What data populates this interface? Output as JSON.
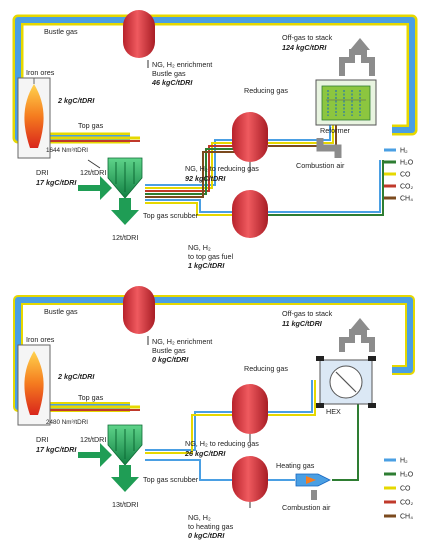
{
  "colors": {
    "h2": "#4a9fe3",
    "h2o": "#2e7d32",
    "co": "#e6d800",
    "co2": "#c0392b",
    "ch4": "#7b4a1e",
    "vessel": "#d9363e",
    "arrow_green": "#1f9d55",
    "arrow_gray": "#8c8c8c"
  },
  "top": {
    "bustle_gas": "Bustle gas",
    "ng_enrich_1": "NG, H₂ enrichment",
    "ng_enrich_2": "Bustle gas",
    "ng_enrich_val": "46 kgC/tDRI",
    "off_gas": "Off-gas to stack",
    "off_gas_val": "124 kgC/tDRI",
    "iron_ores": "Iron ores",
    "iron_val": "2 kgC/tDRI",
    "reducing_gas": "Reducing gas",
    "top_gas": "Top gas",
    "flow": "1644 Nm³/tDRI",
    "reformer": "Reformer",
    "dri": "DRI",
    "dri_val": "17 kgC/tDRI",
    "dri_in": "12t/tDRI",
    "ng_reducing": "NG, H₂ to reducing gas",
    "ng_reducing_val": "92 kgC/tDRI",
    "combustion_air": "Combustion air",
    "scrubber": "Top gas scrubber",
    "ng_fuel_1": "NG, H₂",
    "ng_fuel_2": "to top gas fuel",
    "ng_fuel_val": "1 kgC/tDRI",
    "dri_out": "12t/tDRI"
  },
  "bottom": {
    "bustle_gas": "Bustle gas",
    "ng_enrich_1": "NG, H₂ enrichment",
    "ng_enrich_2": "Bustle gas",
    "ng_enrich_val": "0 kgC/tDRI",
    "off_gas": "Off-gas to stack",
    "off_gas_val": "11 kgC/tDRI",
    "iron_ores": "Iron ores",
    "iron_val": "2 kgC/tDRI",
    "reducing_gas": "Reducing gas",
    "top_gas": "Top gas",
    "hex": "HEX",
    "flow": "2480 Nm³/tDRI",
    "dri": "DRI",
    "dri_val": "17 kgC/tDRI",
    "dri_in": "12t/tDRI",
    "ng_reducing": "NG, H₂ to reducing gas",
    "ng_reducing_val": "26 kgC/tDRI",
    "heating_gas": "Heating gas",
    "scrubber": "Top gas scrubber",
    "combustion_air": "Combustion air",
    "dri_out": "13t/tDRI",
    "ng_heat_1": "NG, H₂",
    "ng_heat_2": "to heating gas",
    "ng_heat_val": "0 kgC/tDRI"
  },
  "legend": [
    {
      "label": "H₂",
      "color": "#4a9fe3"
    },
    {
      "label": "H₂O",
      "color": "#2e7d32"
    },
    {
      "label": "CO",
      "color": "#e6d800"
    },
    {
      "label": "CO₂",
      "color": "#c0392b"
    },
    {
      "label": "CH₄",
      "color": "#7b4a1e"
    }
  ]
}
